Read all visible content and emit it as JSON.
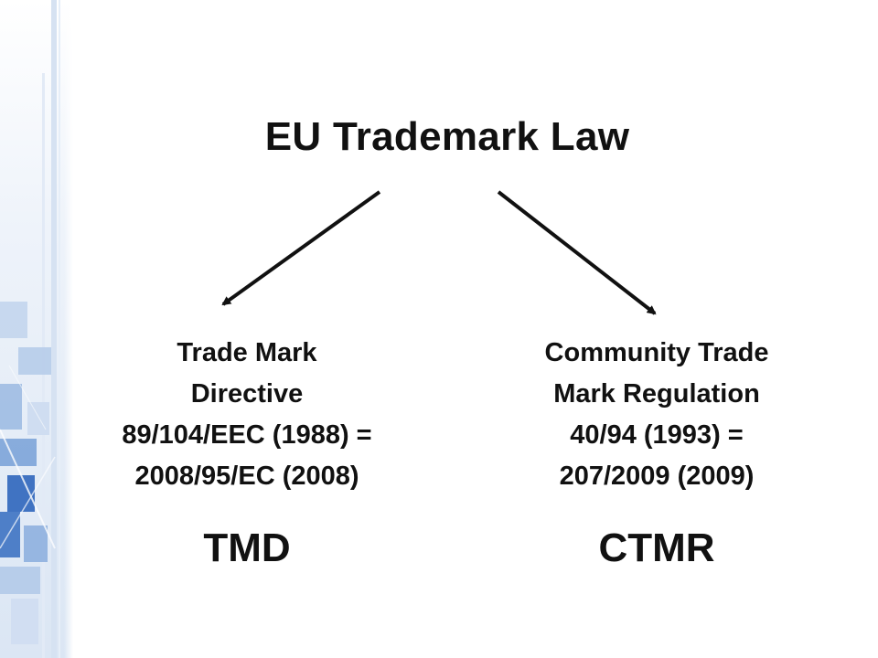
{
  "title": "EU Trademark Law",
  "branches": [
    {
      "lines": [
        "Trade Mark",
        "Directive",
        "89/104/EEC (1988) =",
        "2008/95/EC (2008)"
      ],
      "abbreviation": "TMD"
    },
    {
      "lines": [
        "Community Trade",
        "Mark Regulation",
        "40/94 (1993) =",
        "207/2009 (2009)"
      ],
      "abbreviation": "CTMR"
    }
  ],
  "colors": {
    "text": "#111111",
    "arrow": "#111111",
    "decor_blue": "#2b63b8",
    "decor_light": "#c9daf0"
  }
}
